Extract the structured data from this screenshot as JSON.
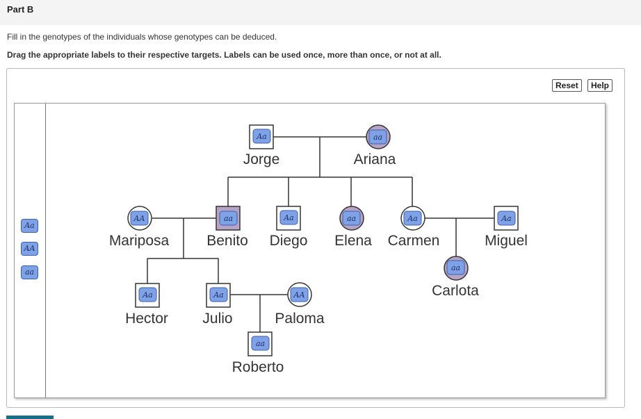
{
  "part_title": "Part B",
  "instruction_main": "Fill in the genotypes of the individuals whose genotypes can be deduced.",
  "instruction_drag": "Drag the appropriate labels to their respective targets. Labels can be used once, more than once, or not at all.",
  "buttons": {
    "reset": "Reset",
    "help": "Help"
  },
  "label_bank": [
    "Aa",
    "AA",
    "aa"
  ],
  "individuals": {
    "jorge": {
      "name": "Jorge",
      "genotype": "Aa"
    },
    "ariana": {
      "name": "Ariana",
      "genotype": "aa"
    },
    "mariposa": {
      "name": "Mariposa",
      "genotype": "AA"
    },
    "benito": {
      "name": "Benito",
      "genotype": "aa"
    },
    "diego": {
      "name": "Diego",
      "genotype": "Aa"
    },
    "elena": {
      "name": "Elena",
      "genotype": "aa"
    },
    "carmen": {
      "name": "Carmen",
      "genotype": "Aa"
    },
    "miguel": {
      "name": "Miguel",
      "genotype": "Aa"
    },
    "carlota": {
      "name": "Carlota",
      "genotype": "aa"
    },
    "hector": {
      "name": "Hector",
      "genotype": "Aa"
    },
    "julio": {
      "name": "Julio",
      "genotype": "Aa"
    },
    "paloma": {
      "name": "Paloma",
      "genotype": "AA"
    },
    "roberto": {
      "name": "Roberto",
      "genotype": "aa"
    }
  },
  "colors": {
    "label_fill": "#7fa2e6",
    "label_border": "#3a5fb0",
    "affected_fill": "#b7a4c4"
  }
}
